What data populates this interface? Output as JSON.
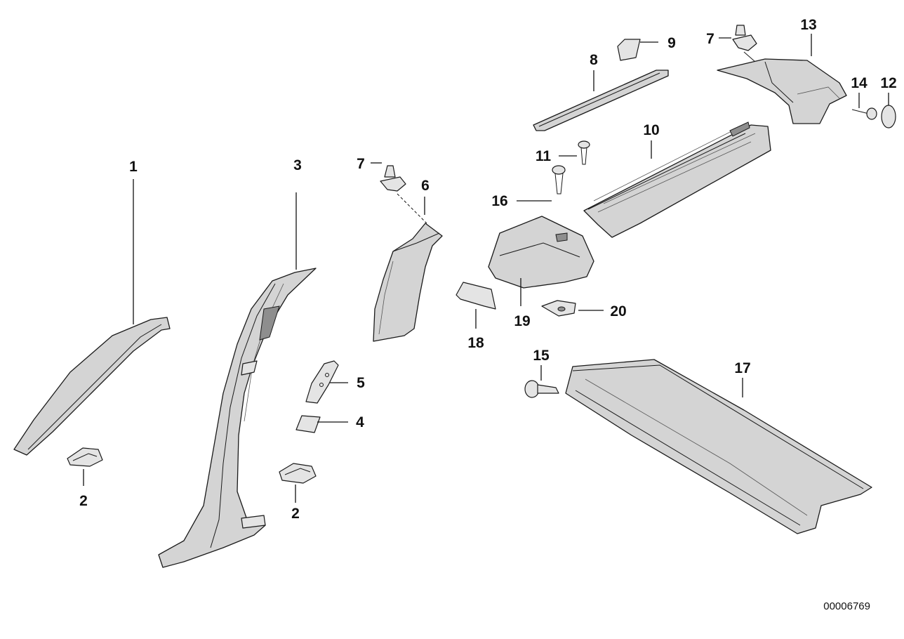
{
  "callouts": {
    "c1": "1",
    "c2a": "2",
    "c2b": "2",
    "c3": "3",
    "c4": "4",
    "c5": "5",
    "c6": "6",
    "c7a": "7",
    "c7b": "7",
    "c8": "8",
    "c9": "9",
    "c10": "10",
    "c11": "11",
    "c12": "12",
    "c13": "13",
    "c14": "14",
    "c15": "15",
    "c16": "16",
    "c17": "17",
    "c18": "18",
    "c19": "19",
    "c20": "20"
  },
  "reference_number": "00006769"
}
